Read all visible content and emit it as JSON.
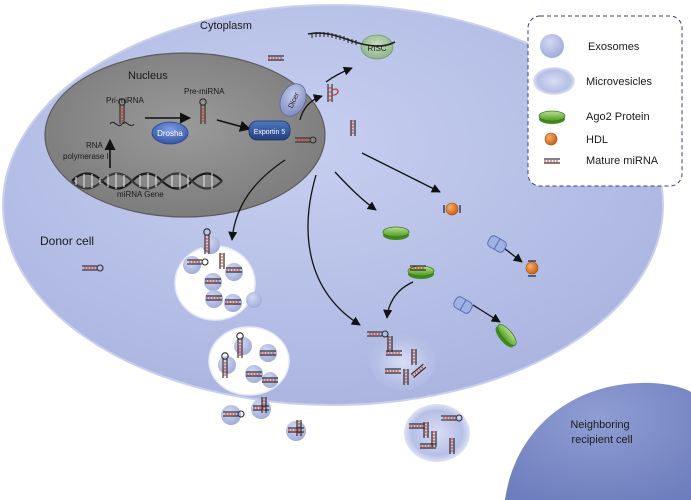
{
  "labels": {
    "cytoplasm": "Cytoplasm",
    "nucleus": "Nucleus",
    "pri_mirna": "Pri-miRNA",
    "pre_mirna": "Pre-miRNA",
    "rna_pol_line1": "RNA",
    "rna_pol_line2": "polymerase II",
    "drosha": "Drosha",
    "exportin": "Exportin 5",
    "dicer": "Dicer",
    "risc": "RISC",
    "mirna_gene": "miRNA Gene",
    "donor_cell": "Donor cell",
    "recipient_line1": "Neighboring",
    "recipient_line2": "recipient cell"
  },
  "legend": [
    {
      "key": "exosomes",
      "label": "Exosomes",
      "icon": "exosome-disc"
    },
    {
      "key": "microvesicles",
      "label": "Microvesicles",
      "icon": "microvesicle-disc"
    },
    {
      "key": "ago2",
      "label": "Ago2 Protein",
      "icon": "ago2-protein"
    },
    {
      "key": "hdl",
      "label": "HDL",
      "icon": "hdl-particle"
    },
    {
      "key": "mature_mirna",
      "label": "Mature miRNA",
      "icon": "mature-mirna-strand"
    }
  ],
  "colors": {
    "cell": "#b8c1e6",
    "cell_stroke": "#8f9acb",
    "nucleus": "#8c8c8c",
    "nucleus_dark": "#6e6e6e",
    "exosome": "#b7c1e4",
    "protein": "#6fbf3a",
    "hdl": "#e07a27",
    "exportin": "#2f5597",
    "drosha": "#4a6fc4",
    "mirna": "#c0392b",
    "recipient": "#7d8cc4"
  }
}
